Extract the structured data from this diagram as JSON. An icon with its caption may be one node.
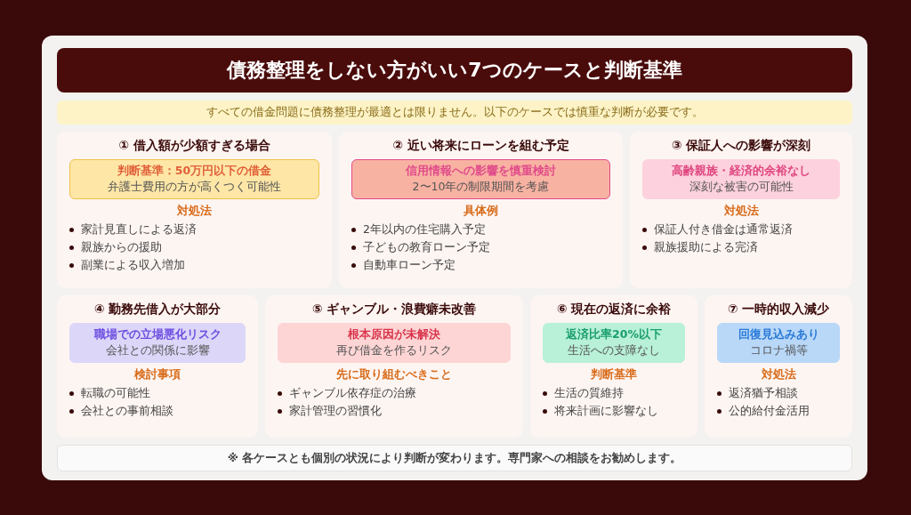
{
  "diagram": {
    "title": "債務整理をしない方がいい7つのケースと判断基準",
    "nodes": [
      {
        "text": [
          "すべての借金問題に債務整理が最適とは限りません。以下のケースでは慎重な判断が必要です。"
        ]
      },
      {
        "text": [
          "① 借入額が少額すぎる場合",
          "対処法",
          "家計見直しによる返済",
          "親族からの援助",
          "副業による収入増加"
        ]
      },
      {
        "text": [
          "判断基準：50万円以下の借金",
          "弁護士費用の方が高くつく可能性"
        ],
        "in": 1
      },
      {
        "text": [
          "② 近い将来にローンを組む予定",
          "具体例",
          "2年以内の住宅購入予定",
          "子どもの教育ローン予定",
          "自動車ローン予定"
        ]
      },
      {
        "text": [
          "信用情報への影響を慎重検討",
          "2〜10年の制限期間を考慮"
        ],
        "in": 3
      },
      {
        "text": [
          "③ 保証人への影響が深刻",
          "対処法",
          "保証人付き借金は通常返済",
          "親族援助による完済"
        ]
      },
      {
        "text": [
          "高齢親族・経済的余裕なし",
          "深刻な被害の可能性"
        ],
        "in": 5
      },
      {
        "text": [
          "④ 勤務先借入が大部分",
          "検討事項",
          "転職の可能性",
          "会社との事前相談"
        ]
      },
      {
        "text": [
          "職場での立場悪化リスク",
          "会社との関係に影響"
        ],
        "in": 7
      },
      {
        "text": [
          "⑤ ギャンブル・浪費癖未改善",
          "先に取り組むべきこと",
          "ギャンブル依存症の治療",
          "家計管理の習慣化"
        ]
      },
      {
        "text": [
          "根本原因が未解決",
          "再び借金を作るリスク"
        ],
        "in": 9
      },
      {
        "text": [
          "⑥ 現在の返済に余裕",
          "判断基準",
          "生活の質維持",
          "将来計画に影響なし"
        ]
      },
      {
        "text": [
          "返済比率20%以下",
          "生活への支障なし"
        ],
        "in": 11
      },
      {
        "text": [
          "⑦ 一時的収入減少",
          "対処法",
          "返済猶予相談",
          "公的給付金活用"
        ]
      },
      {
        "text": [
          "回復見込みあり",
          "コロナ禍等"
        ],
        "in": 13
      },
      {
        "text": [
          "※ 各ケースとも個別の状況により判断が変わります。専門家への相談をお勧めします。"
        ]
      }
    ]
  }
}
